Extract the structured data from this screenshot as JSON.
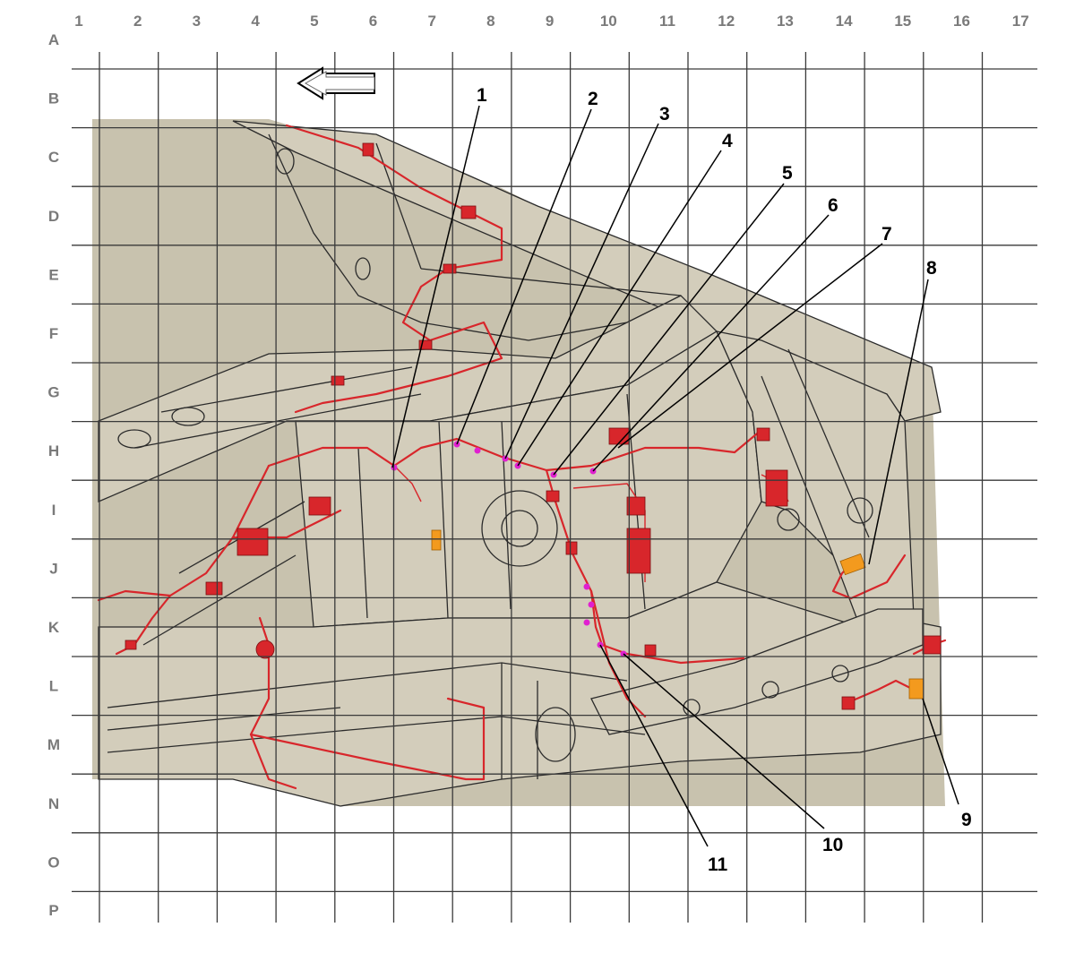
{
  "grid": {
    "columns": [
      "1",
      "2",
      "3",
      "4",
      "5",
      "6",
      "7",
      "8",
      "9",
      "10",
      "11",
      "12",
      "13",
      "14",
      "15",
      "16",
      "17"
    ],
    "rows": [
      "A",
      "B",
      "C",
      "D",
      "E",
      "F",
      "G",
      "H",
      "I",
      "J",
      "K",
      "L",
      "M",
      "N",
      "O",
      "P"
    ]
  },
  "callouts": [
    "1",
    "2",
    "3",
    "4",
    "5",
    "6",
    "7",
    "8",
    "9",
    "10",
    "11"
  ],
  "colors": {
    "background_panel": "#c8c2ae",
    "harness": "#d8262b",
    "clip_marker": "#e020d0",
    "component_highlight": "#f39a1e"
  },
  "icons": {
    "direction": "arrow-left-icon"
  }
}
